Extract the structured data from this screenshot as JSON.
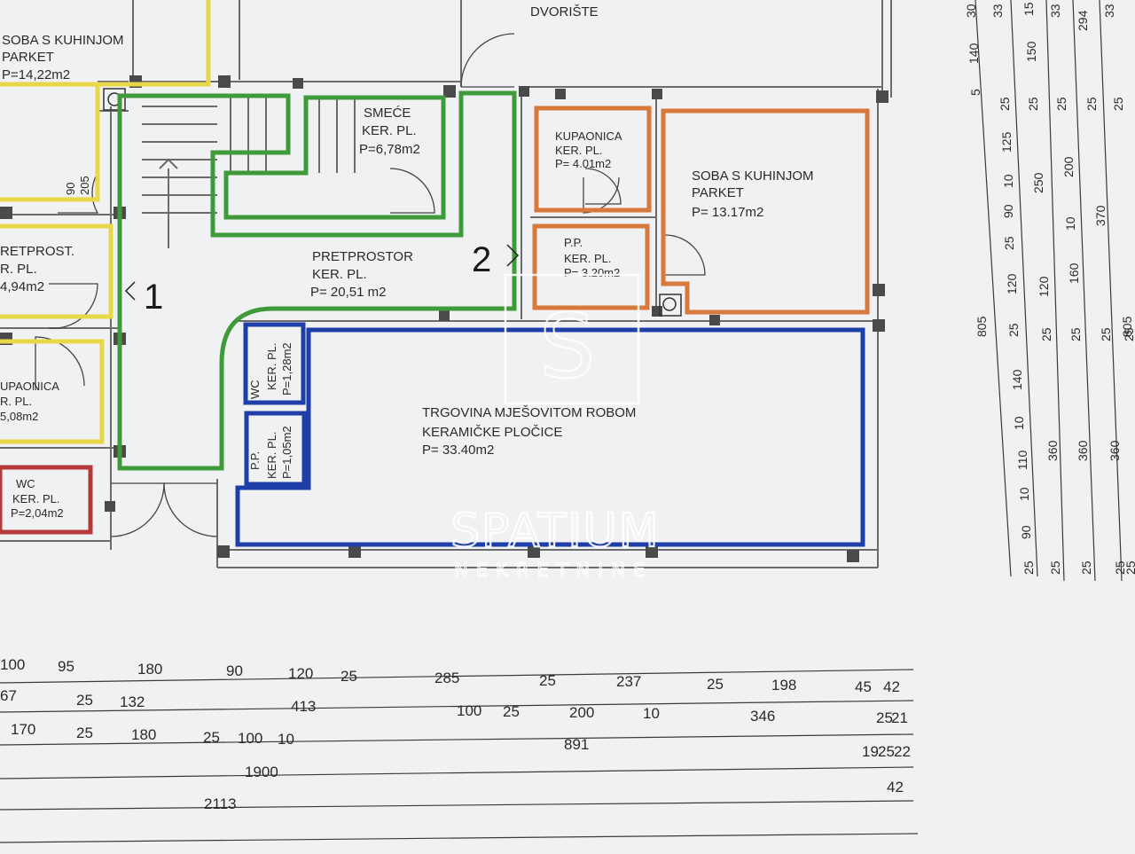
{
  "colors": {
    "green": "#3f9a3a",
    "orange": "#d8783a",
    "blue": "#1f3fa8",
    "yellow": "#e7d84a",
    "red": "#b5393a",
    "paper": "#f0f1f3"
  },
  "top_label": "DVORIŠTE",
  "rooms": {
    "soba_left": {
      "name": "SOBA S KUHINJOM",
      "floor": "PARKET",
      "area": "P=14,22m2"
    },
    "smece": {
      "name": "SMEĆE",
      "floor": "KER. PL.",
      "area": "P=6,78m2"
    },
    "kupaonica_right": {
      "name": "KUPAONICA",
      "floor": "KER. PL.",
      "area": "P= 4.01m2"
    },
    "soba_right": {
      "name": "SOBA S KUHINJOM",
      "floor": "PARKET",
      "area": "P= 13.17m2"
    },
    "pp_right": {
      "name": "P.P.",
      "floor": "KER. PL.",
      "area": "P= 3.20m2"
    },
    "pretprostor": {
      "name": "PRETPROSTOR",
      "floor": "KER. PL.",
      "area": "P= 20,51 m2"
    },
    "pretprost_left": {
      "name": "RETPROST.",
      "floor": "R. PL.",
      "area": "4,94m2"
    },
    "kupaonica_left": {
      "name": "UPAONICA",
      "floor": "R. PL.",
      "area": "5,08m2"
    },
    "wc_left": {
      "name": "WC",
      "floor": "KER. PL.",
      "area": "P=2,04m2"
    },
    "wc_small": {
      "name": "WC",
      "floor": "KER. PL.",
      "area": "P=1,28m2"
    },
    "pp_small": {
      "name": "P.P.",
      "floor": "KER. PL.",
      "area": "P=1,05m2"
    },
    "trgovina": {
      "name": "TRGOVINA MJEŠOVITOM ROBOM",
      "floor": "KERAMIČKE PLOČICE",
      "area": "P= 33.40m2"
    }
  },
  "markers": {
    "one": "1",
    "two": "2"
  },
  "door_dims": {
    "a": "90",
    "b": "205"
  },
  "watermark": {
    "logo_letter": "S",
    "brand": "SPATIUM",
    "sub": "NEKRETNINE"
  },
  "bottom_dims": {
    "row1": [
      "100",
      "95",
      "180",
      "90",
      "120",
      "25",
      "285",
      "25",
      "237",
      "25",
      "198",
      "45",
      "42"
    ],
    "row2": [
      "67",
      "25",
      "132",
      "413",
      "100",
      "25",
      "200",
      "10",
      "346",
      "25",
      "21"
    ],
    "row3": [
      "170",
      "25",
      "180",
      "25",
      "100",
      "10",
      "891",
      "19",
      "25",
      "22"
    ],
    "row4": [
      "1900"
    ],
    "row5": [
      "2113",
      "42"
    ]
  },
  "side_dims": {
    "col1": [
      "30",
      "140",
      "5",
      "25",
      "125",
      "10",
      "90",
      "25",
      "120",
      "25",
      "140",
      "10",
      "110",
      "10",
      "90",
      "25"
    ],
    "col2": [
      "33",
      "805"
    ],
    "col3": [
      "150",
      "25",
      "250",
      "120",
      "25",
      "360",
      "25"
    ],
    "col4": [
      "15",
      "33",
      "25",
      "200",
      "10",
      "160",
      "25",
      "360",
      "25"
    ],
    "col5": [
      "294",
      "25",
      "370",
      "25",
      "360",
      "25"
    ],
    "col6": [
      "33",
      "25",
      "805",
      "25",
      "25"
    ]
  }
}
